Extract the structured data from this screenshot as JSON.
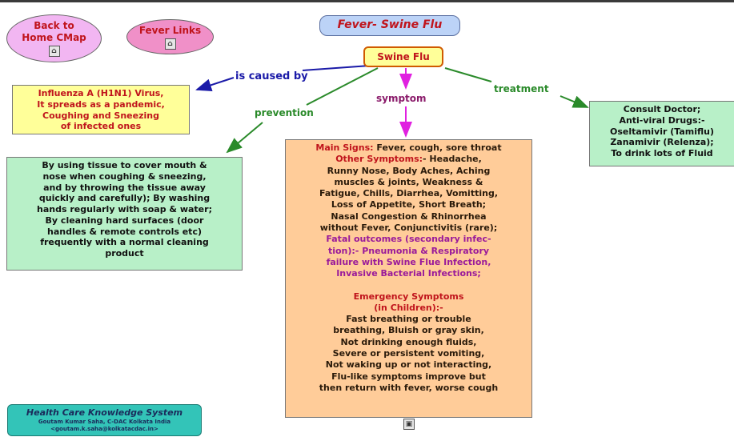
{
  "title": "Fever- Swine Flu",
  "nav": {
    "back_line1": "Back to",
    "back_line2": "Home CMap",
    "fever_links": "Fever Links"
  },
  "central": "Swine Flu",
  "links": {
    "caused_by": "is caused by",
    "symptom": "symptom",
    "treatment": "treatment",
    "prevention": "prevention"
  },
  "cause": [
    "Influenza A (H1N1) Virus,",
    "It spreads as a pandemic,",
    "Coughing and Sneezing",
    "of infected ones"
  ],
  "treatment": [
    "Consult Doctor;",
    "Anti-viral Drugs:-",
    "Oseltamivir (Tamiflu)",
    "Zanamivir (Relenza);",
    "To drink lots of Fluid"
  ],
  "prevention": [
    "By using tissue to cover mouth &",
    "nose when coughing & sneezing,",
    "and by throwing the tissue away",
    "quickly and carefully);  By washing",
    "hands regularly with soap & water;",
    "By cleaning hard surfaces (door",
    "handles & remote controls etc)",
    "frequently with a normal cleaning",
    "product"
  ],
  "symptoms": {
    "main_label": "Main Signs:",
    "main_text": " Fever, cough, sore throat",
    "other_label": "Other Symptoms:",
    "other_text": "- Headache,",
    "lines": [
      "Runny Nose, Body Aches, Aching",
      "muscles & joints, Weakness &",
      "Fatigue, Chills, Diarrhea, Vomitting,",
      "Loss of Appetite, Short Breath;",
      "Nasal Congestion & Rhinorrhea",
      "without Fever, Conjunctivitis (rare);"
    ],
    "fatal_label": "Fatal outcomes (secondary infec-",
    "fatal_label2": "tion):-",
    "fatal_lines": [
      " Pneumonia & Respiratory",
      "failure with Swine Flue Infection,",
      "Invasive Bacterial Infections;"
    ],
    "emergency_line1": "Emergency Symptoms",
    "emergency_line2": "(in Children):-",
    "emergency_lines": [
      "Fast breathing or trouble",
      "breathing, Bluish or gray skin,",
      "Not drinking enough fluids,",
      "Severe or persistent vomiting,",
      "Not waking up or not interacting,",
      "Flu-like symptoms improve but",
      "then return with fever, worse cough"
    ]
  },
  "footer": {
    "title": "Health Care Knowledge System",
    "author": "Goutam Kumar Saha, C-DAC Kolkata India",
    "email": "<goutam.k.saha@kolkatacdac.in>"
  },
  "colors": {
    "title_bg": "#bcd3f7",
    "oval_back": "#f2b6f2",
    "oval_links": "#f090c8",
    "central_bg": "#ffff99",
    "cause_bg": "#ffff99",
    "green_box": "#b8f0c8",
    "symptom_bg": "#ffcc99",
    "footer_bg": "#33c4b8",
    "blue_arrow": "#1a1aa8",
    "green_arrow": "#2a8a2a",
    "magenta_arrow": "#e020e0"
  }
}
